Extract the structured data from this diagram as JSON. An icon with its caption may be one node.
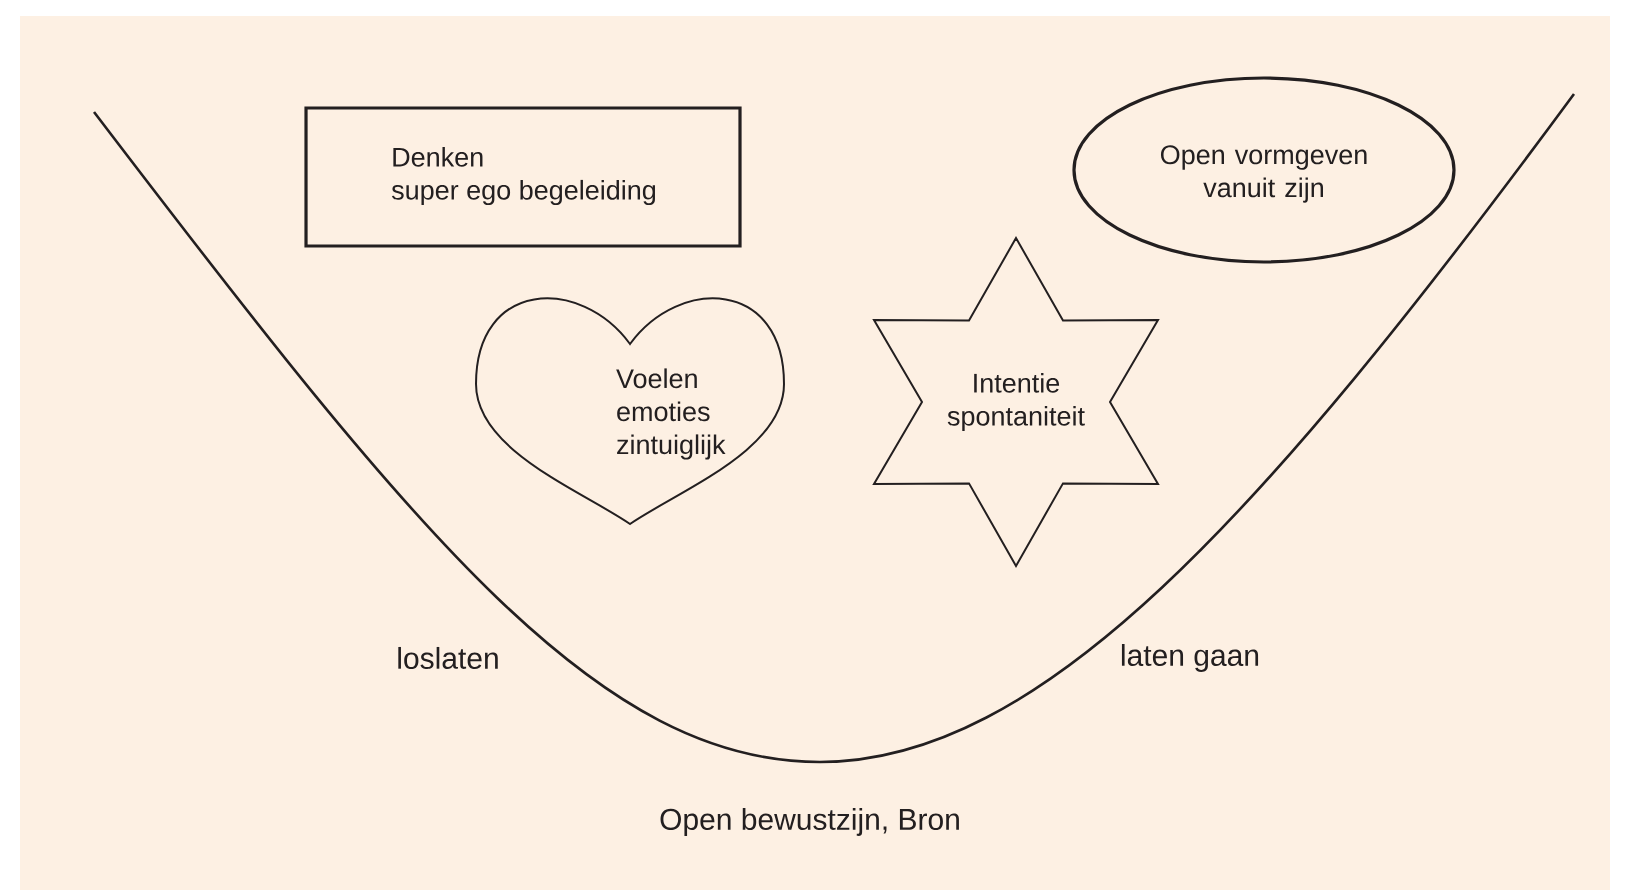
{
  "diagram": {
    "nodes": [
      {
        "text": [
          "Denken",
          "super ego begeleiding"
        ]
      },
      {
        "text": [
          "Open vormgeven vanuit zijn"
        ]
      },
      {
        "text": [
          "Voelen emoties zintuiglijk"
        ]
      },
      {
        "text": [
          "Intentie spontaniteit"
        ]
      }
    ],
    "labels": [
      "loslaten",
      "laten gaan",
      "Open bewustzijn, Bron"
    ]
  }
}
